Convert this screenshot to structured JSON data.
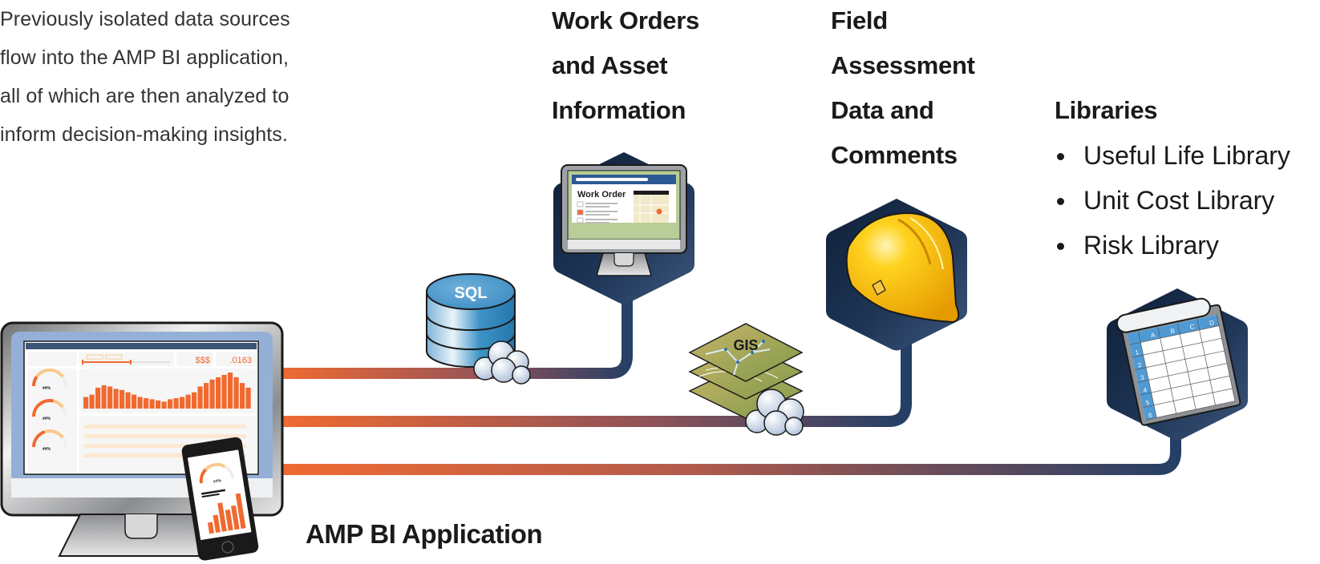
{
  "intro": {
    "lines": [
      "Previously isolated data sources",
      "flow into the AMP BI application,",
      "all of which are then analyzed to",
      "inform decision-making insights."
    ]
  },
  "sources": {
    "work_orders": {
      "title_lines": [
        "Work Orders",
        "and Asset",
        "Information"
      ],
      "icon": "monitor-work-order-icon",
      "screen_title": "Work Order"
    },
    "field_assessment": {
      "title_lines": [
        "Field",
        "Assessment",
        "Data and",
        "Comments"
      ],
      "icon": "hard-hat-icon"
    },
    "libraries": {
      "title": "Libraries",
      "items": [
        "Useful Life Library",
        "Unit Cost Library",
        "Risk Library"
      ],
      "icon": "spreadsheet-icon",
      "sheet_columns": [
        "A",
        "B",
        "C",
        "D"
      ],
      "sheet_rows": [
        "1",
        "2",
        "3",
        "4",
        "5",
        "6"
      ]
    },
    "sql": {
      "label": "SQL",
      "icon": "database-cloud-icon"
    },
    "gis": {
      "label": "GIS",
      "icon": "map-layers-cloud-icon"
    }
  },
  "app": {
    "label": "AMP BI Application",
    "dashboard": {
      "kpi_currency": "$$$",
      "kpi_value": ".0163",
      "gauge_label": "##%",
      "phone_gauge_label": "##%"
    }
  },
  "colors": {
    "connector_start": "#ef6a32",
    "connector_mid": "#9a5457",
    "connector_end": "#243f66",
    "hex_dark": "#13253f",
    "hex_light": "#3b5578",
    "accent_orange": "#f06a30",
    "accent_peach": "#fbc98d"
  }
}
